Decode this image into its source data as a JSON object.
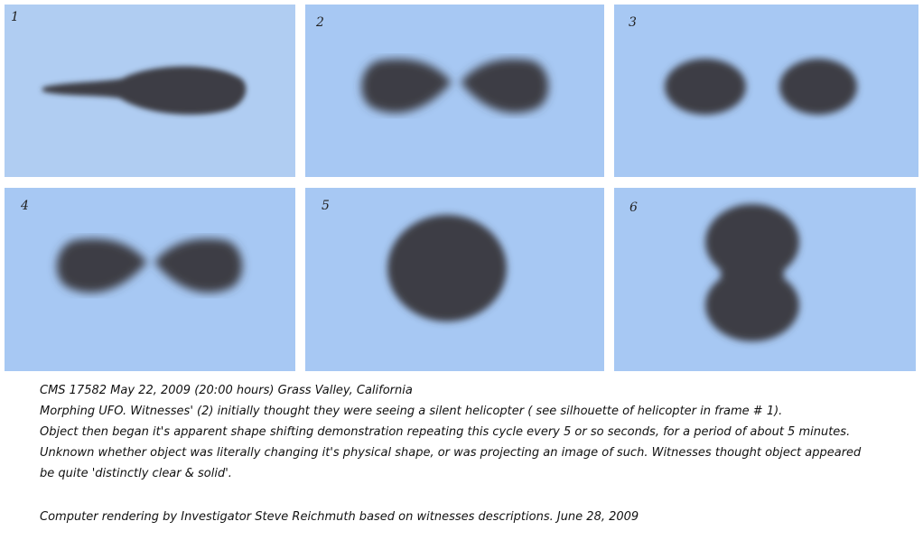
{
  "frames": [
    {
      "label": "1",
      "shape": "helicopter-silhouette"
    },
    {
      "label": "2",
      "shape": "two-teardrops-touching"
    },
    {
      "label": "3",
      "shape": "two-separate-ovals"
    },
    {
      "label": "4",
      "shape": "two-teardrops-touching"
    },
    {
      "label": "5",
      "shape": "single-circle"
    },
    {
      "label": "6",
      "shape": "two-stacked-circles"
    }
  ],
  "colors": {
    "sky": "#a7c8f3",
    "object": "#3c3e44",
    "text": "#111111"
  },
  "caption": {
    "line1": "CMS 17582  May 22, 2009 (20:00 hours) Grass Valley, California",
    "line2": "Morphing UFO.   Witnesses' (2) initially thought they were seeing a silent helicopter ( see silhouette of helicopter in frame # 1).",
    "line3": "Object then began it's apparent shape shifting demonstration repeating this cycle every 5 or so seconds, for a period of about 5 minutes.",
    "line4": "Unknown whether object was literally changing it's physical shape, or was projecting an image of such.  Witnesses thought object appeared",
    "line5": "be quite 'distinctly clear & solid'.",
    "credit": "Computer rendering by Investigator  Steve Reichmuth based on witnesses descriptions. June 28, 2009"
  }
}
